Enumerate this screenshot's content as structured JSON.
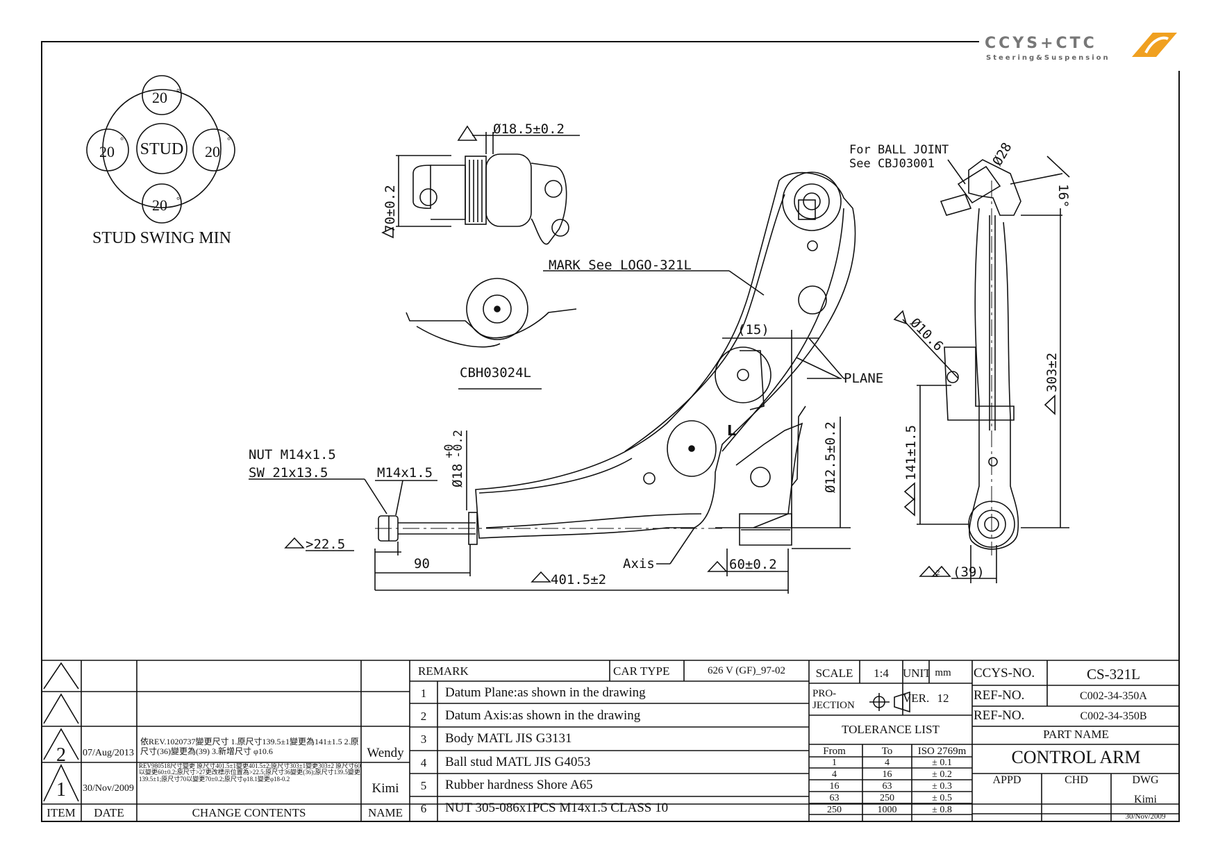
{
  "logo": {
    "brand": "CCYS+CTC",
    "tagline": "Steering&Suspension"
  },
  "stud_swing": {
    "center": "STUD",
    "values": [
      "20",
      "20",
      "20",
      "20"
    ],
    "unit": "°",
    "caption": "STUD SWING MIN"
  },
  "bushing_dims": {
    "dia": "Ø18.5±0.2",
    "height": "70±0.2",
    "part": "CBH03024L"
  },
  "main_view": {
    "mark": "MARK See LOGO-321L",
    "dim_15": "(15)",
    "plane": "PLANE",
    "axis": "Axis",
    "side_mark": "L",
    "nut_line1": "NUT M14x1.5",
    "nut_line2": "SW 21x13.5",
    "thread": "M14x1.5",
    "dia18": "Ø18",
    "dia18_tol_plus": "+0",
    "dia18_tol_minus": "-0.2",
    "dia12": "Ø12.5±0.2",
    "dim_225": ">22.5",
    "dim_90": "90",
    "dim_60": "60±0.2",
    "dim_4015": "401.5±2"
  },
  "side_view": {
    "ball_joint_1": "For BALL JOINT",
    "ball_joint_2": "See CBJ03001",
    "dia28": "Ø28",
    "angle16": "16°",
    "dia106": "Ø10.6",
    "dim_303": "303±2",
    "dim_141": "141±1.5",
    "dim_39": "(39)",
    "rev_mark": "2"
  },
  "revisions": [
    {
      "item": "",
      "date": "",
      "contents": "",
      "name": ""
    },
    {
      "item": "",
      "date": "",
      "contents": "",
      "name": ""
    },
    {
      "item": "2",
      "date": "07/Aug/2013",
      "contents": "依REV.1020737變更尺寸 1.原尺寸139.5±1變更為141±1.5 2.原尺寸(36)變更為(39) 3.新增尺寸 φ10.6",
      "name": "Wendy"
    },
    {
      "item": "1",
      "date": "30/Nov/2009",
      "contents": "REV980518尺寸變更 原尺寸401.5±1變更401.5±2;原尺寸303±1變更303±2 原尺寸60以變更60±0.2;原尺寸>27更改標示位置為>22.5;原尺寸36變更(36);原尺寸139.5變更139.5±1;原尺寸70以變更70±0.2;原尺寸φ18.1變更φ18-0.2",
      "name": "Kimi"
    }
  ],
  "revision_headers": {
    "item": "ITEM",
    "date": "DATE",
    "contents": "CHANGE CONTENTS",
    "name": "NAME"
  },
  "remark": {
    "label": "REMARK",
    "car_type_label": "CAR TYPE",
    "car_type": "626 V (GF)_97-02",
    "items": [
      {
        "no": "1",
        "text": "Datum Plane:as shown in the drawing"
      },
      {
        "no": "2",
        "text": "Datum Axis:as shown in the drawing"
      },
      {
        "no": "3",
        "text": "Body MATL JIS G3131"
      },
      {
        "no": "4",
        "text": "Ball stud MATL JIS G4053"
      },
      {
        "no": "5",
        "text": "Rubber hardness Shore A65"
      },
      {
        "no": "6",
        "text": "NUT 305-086x1PCS M14x1.5 CLASS 10"
      }
    ]
  },
  "scale": {
    "label": "SCALE",
    "value": "1:4",
    "unit_label": "UNIT",
    "unit": "mm",
    "projection_label": "PRO-JECTION",
    "ver_label": "VER.",
    "ver": "12"
  },
  "tolerance": {
    "title": "TOLERANCE LIST",
    "headers": [
      "From",
      "To",
      "ISO 2769m"
    ],
    "rows": [
      [
        "1",
        "4",
        "± 0.1"
      ],
      [
        "4",
        "16",
        "± 0.2"
      ],
      [
        "16",
        "63",
        "± 0.3"
      ],
      [
        "63",
        "250",
        "± 0.5"
      ],
      [
        "250",
        "1000",
        "± 0.8"
      ]
    ]
  },
  "part": {
    "ccys_label": "CCYS-NO.",
    "ccys_no": "CS-321L",
    "ref_label": "REF-NO.",
    "ref1": "C002-34-350A",
    "ref2": "C002-34-350B",
    "name_label": "PART NAME",
    "name": "CONTROL ARM",
    "appd": "APPD",
    "chd": "CHD",
    "dwg": "DWG",
    "dwg_name": "Kimi",
    "dwg_date": "30/Nov/2009"
  }
}
